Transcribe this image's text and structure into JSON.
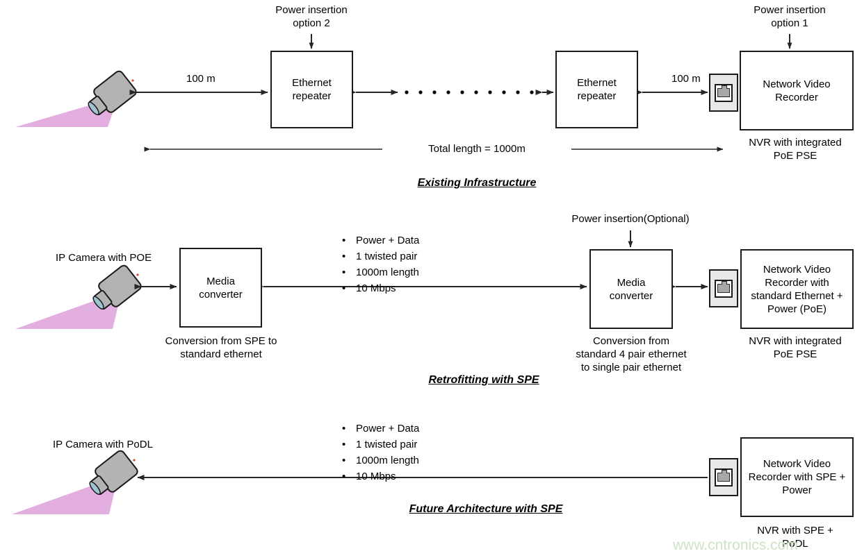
{
  "colors": {
    "line": "#262626",
    "box_border": "#1a1a1a",
    "camera_body": "#b3b3b3",
    "camera_beam": "#e3aee0",
    "jack_fill": "#a8a8a8",
    "jack_panel": "#e8e8e8",
    "watermark": "#cfe3c4"
  },
  "sections": [
    {
      "id": "existing",
      "title": "Existing Infrastructure",
      "nodes": {
        "repeater_left": "Ethernet\nrepeater",
        "repeater_right": "Ethernet\nrepeater",
        "nvr": "Network Video\nRecorder"
      },
      "labels": {
        "power_insertion_2": "Power insertion\noption 2",
        "power_insertion_1": "Power insertion\noption 1",
        "span_left": "100 m",
        "span_right": "100 m",
        "total_length": "Total length = 1000m",
        "nvr_caption": "NVR with integrated\nPoE PSE"
      },
      "ellipsis_dots": 10
    },
    {
      "id": "retrofit",
      "title": "Retrofitting with SPE",
      "nodes": {
        "converter_left": "Media\nconverter",
        "converter_right": "Media\nconverter",
        "nvr": "Network Video\nRecorder with\nstandard Ethernet +\nPower (PoE)"
      },
      "labels": {
        "camera_label": "IP Camera with POE",
        "power_insertion_optional": "Power insertion(Optional)",
        "converter_left_caption": "Conversion from SPE to\nstandard ethernet",
        "converter_right_caption": "Conversion from\nstandard 4 pair ethernet\nto single pair ethernet",
        "nvr_caption": "NVR with integrated\nPoE PSE"
      },
      "bullets": [
        "Power + Data",
        "1 twisted pair",
        "1000m length",
        "10 Mbps"
      ]
    },
    {
      "id": "future",
      "title": "Future Architecture with SPE",
      "nodes": {
        "nvr": "Network Video\nRecorder with SPE +\nPower"
      },
      "labels": {
        "camera_label": "IP Camera with PoDL",
        "nvr_caption": "NVR with SPE +\nPoDL"
      },
      "bullets": [
        "Power + Data",
        "1 twisted pair",
        "1000m length",
        "10 Mbps"
      ]
    }
  ],
  "watermark": "www.cntronics.com"
}
